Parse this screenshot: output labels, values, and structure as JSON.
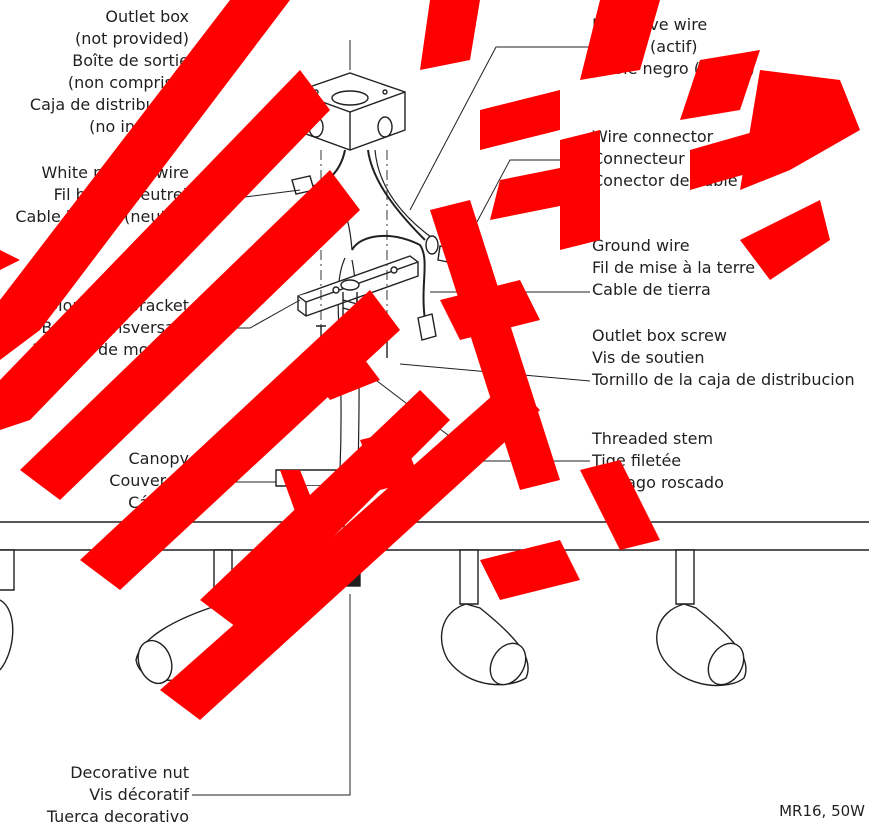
{
  "labels": {
    "outlet_box": [
      "Outlet box",
      "(not provided)",
      "Boîte de sortie",
      "(non comprise)",
      "Caja de distribución",
      "(no incluída)"
    ],
    "white_neutral": [
      "White neutral wire",
      "Fil blanc (neutre)",
      "Cable blanco (neutro)"
    ],
    "mounting_bracket": [
      "Mounting bracket",
      "Barre transversale",
      "Regleta de montaje"
    ],
    "canopy": [
      "Canopy",
      "Couvercle",
      "Cánope"
    ],
    "decorative_nut": [
      "Decorative nut",
      "Vis décoratif",
      "Tuerca decorativo"
    ],
    "black_live": [
      "Black live wire",
      "Fil noir (actif)",
      "Cable negro (activo)"
    ],
    "wire_connector": [
      "Wire connector",
      "Connecteur de fil",
      "Conector de cable"
    ],
    "ground_wire": [
      "Ground wire",
      "Fil de mise à la terre",
      "Cable de tierra"
    ],
    "outlet_box_screw": [
      "Outlet box screw",
      "Vis de soutien",
      "Tornillo de la caja de distribucion"
    ],
    "threaded_stem": [
      "Threaded stem",
      "Tige filetée",
      "Vástago roscado"
    ]
  },
  "spec_text": "MR16, 50W",
  "colors": {
    "ink": "#231f20",
    "watermark": "#ff0000"
  }
}
